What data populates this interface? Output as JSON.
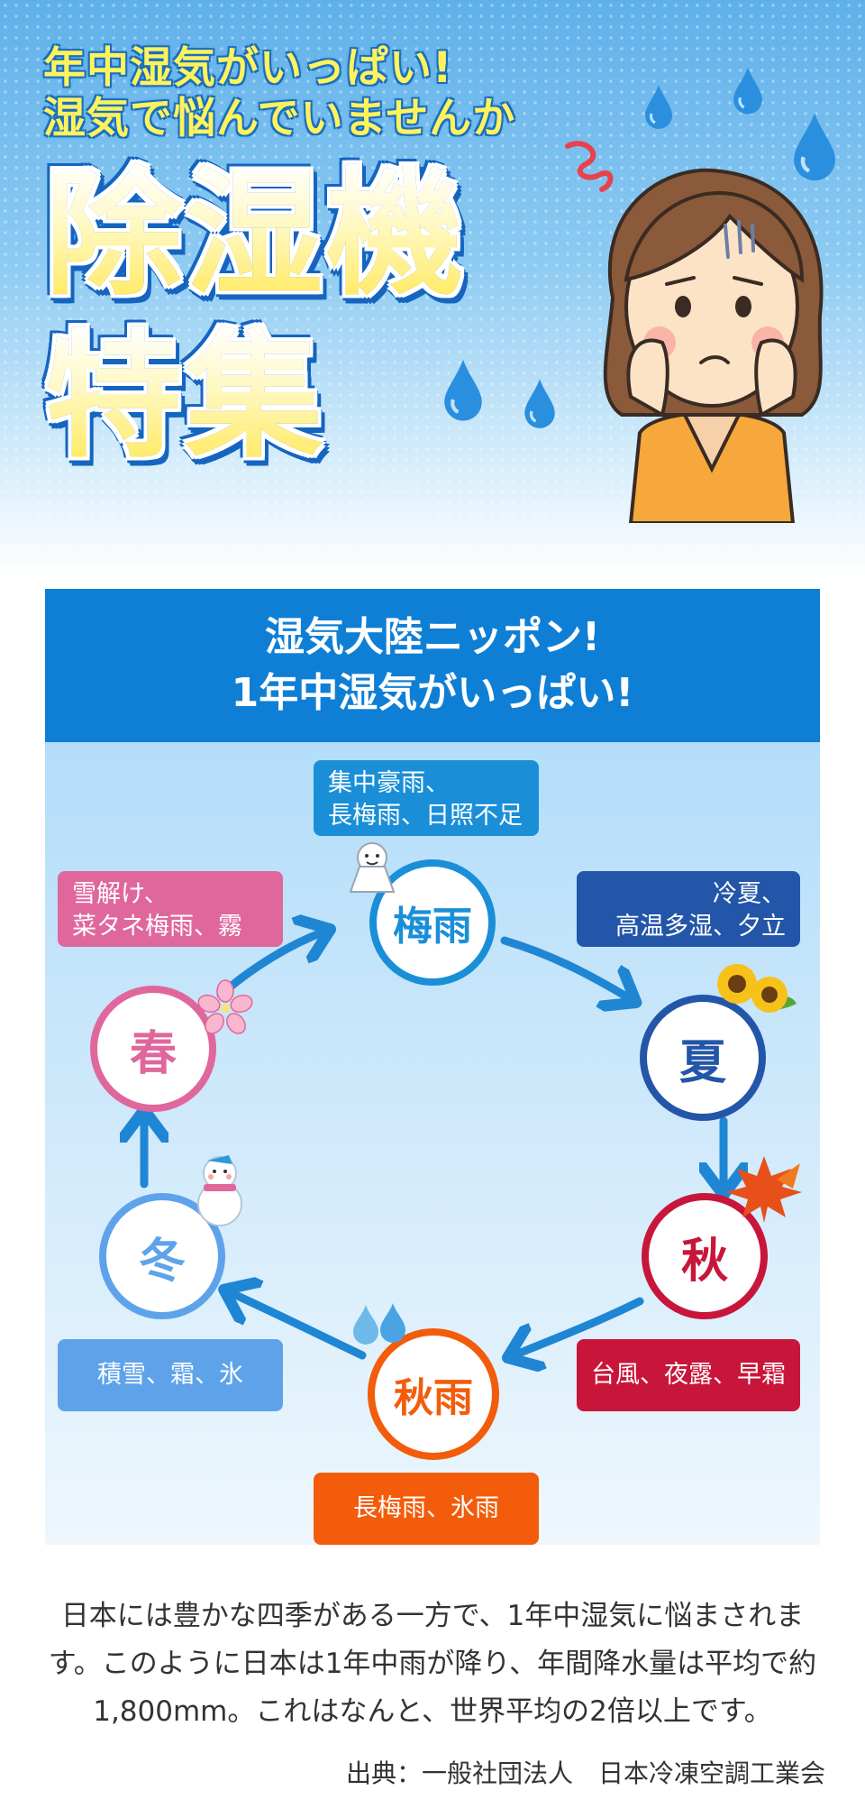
{
  "hero": {
    "tagline_1": "年中湿気がいっぱい!",
    "tagline_2": "湿気で悩んでいませんか",
    "title_1": "除湿機",
    "title_2": "特集"
  },
  "panel": {
    "header_1": "湿気大陸ニッポン!",
    "header_2": "1年中湿気がいっぱい!",
    "seasons": {
      "tsuyu": {
        "label": "梅雨",
        "desc_1": "集中豪雨、",
        "desc_2": "長梅雨、日照不足",
        "color": "#1a8fd8"
      },
      "summer": {
        "label": "夏",
        "desc_1": "冷夏、",
        "desc_2": "高温多湿、夕立",
        "color": "#2356a8"
      },
      "autumn": {
        "label": "秋",
        "desc": "台風、夜露、早霜",
        "color": "#c8163a"
      },
      "akisame": {
        "label": "秋雨",
        "desc": "長梅雨、氷雨",
        "color": "#f25c0a"
      },
      "winter": {
        "label": "冬",
        "desc": "積雪、霜、氷",
        "color": "#5ea3ea"
      },
      "spring": {
        "label": "春",
        "desc_1": "雪解け、",
        "desc_2": "菜タネ梅雨、霧",
        "color": "#e0679c"
      }
    },
    "arrow_color": "#1f86d4"
  },
  "description": "日本には豊かな四季がある一方で、1年中湿気に悩まされます。このように日本は1年中雨が降り、年間降水量は平均で約1,800mm。これはなんと、世界平均の2倍以上です。",
  "source": "出典：一般社団法人　日本冷凍空調工業会"
}
